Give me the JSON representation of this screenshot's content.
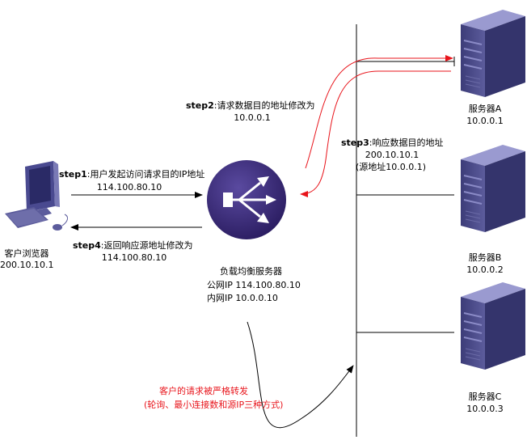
{
  "client": {
    "name": "客户浏览器",
    "ip": "200.10.10.1"
  },
  "load_balancer": {
    "name": "负载均衡服务器",
    "public_ip": "公网IP 114.100.80.10",
    "private_ip": "内网IP 10.0.0.10"
  },
  "servers": [
    {
      "name": "服务器A",
      "ip": "10.0.0.1"
    },
    {
      "name": "服务器B",
      "ip": "10.0.0.2"
    },
    {
      "name": "服务器C",
      "ip": "10.0.0.3"
    }
  ],
  "steps": {
    "step1": {
      "tag": "step1",
      "text": ":用户发起访问请求目的IP地址",
      "ip": "114.100.80.10"
    },
    "step2": {
      "tag": "step2",
      "text": ":请求数据目的地址修改为",
      "ip": "10.0.0.1"
    },
    "step3": {
      "tag": "step3",
      "text": ":响应数据目的地址",
      "ip": "200.10.10.1",
      "source": "(源地址10.0.0.1)"
    },
    "step4": {
      "tag": "step4",
      "text": ":返回响应源地址修改为",
      "ip": "114.100.80.10"
    }
  },
  "forwarding_note": {
    "line1": "客户的请求被严格转发",
    "line2": "(轮询、最小连接数和源IP三种方式)"
  },
  "colors": {
    "arrow_red": "#e8141b",
    "lb_purple": "#3a2a78",
    "server_blue": "#5f5f9a",
    "line": "#000000"
  }
}
